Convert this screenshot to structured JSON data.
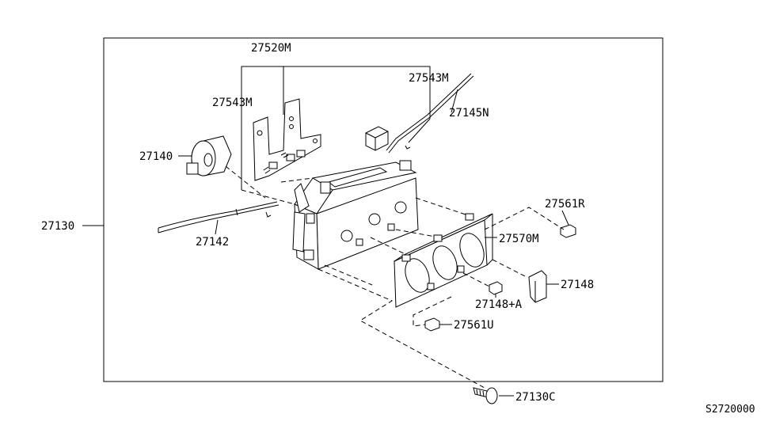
{
  "parts": {
    "p27520M": "27520M",
    "p27543M_left": "27543M",
    "p27543M_right": "27543M",
    "p27145N": "27145N",
    "p27140": "27140",
    "p27130": "27130",
    "p27142": "27142",
    "p27561R": "27561R",
    "p27570M": "27570M",
    "p27148": "27148",
    "p27148A": "27148+A",
    "p27561U": "27561U",
    "p27130C": "27130C"
  },
  "reference_code": "S2720000"
}
